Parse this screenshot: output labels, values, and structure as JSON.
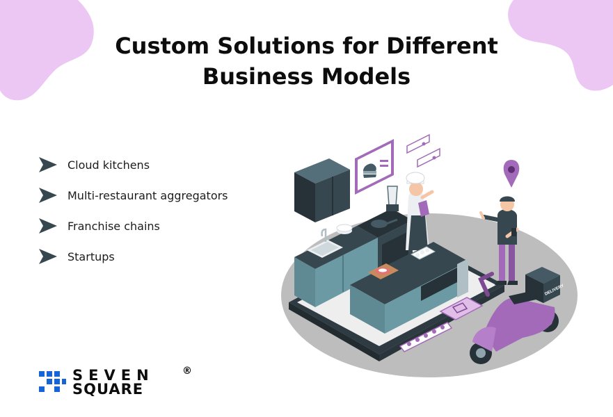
{
  "title": {
    "line1": "Custom Solutions for Different",
    "line2": "Business Models"
  },
  "list": {
    "items": [
      {
        "label": "Cloud kitchens"
      },
      {
        "label": "Multi-restaurant aggregators"
      },
      {
        "label": "Franchise chains"
      },
      {
        "label": "Startups"
      }
    ]
  },
  "illustration": {
    "scooter_box_label": "DELIVERY"
  },
  "logo": {
    "line1": "SEVEN",
    "line2": "SQUARE",
    "registered": "®"
  },
  "colors": {
    "blob": "#ecc7f4",
    "bullet": "#37474f",
    "accent_purple": "#a26ab8",
    "counter_teal": "#6b9aa4",
    "dark_slate": "#37474f",
    "logo_blue": "#1565d8",
    "floor_gray": "#bdbdbd"
  },
  "icons": [
    "arrow-bullet-icon",
    "location-pin-icon",
    "burger-icon",
    "star-icon",
    "steak-icon"
  ]
}
